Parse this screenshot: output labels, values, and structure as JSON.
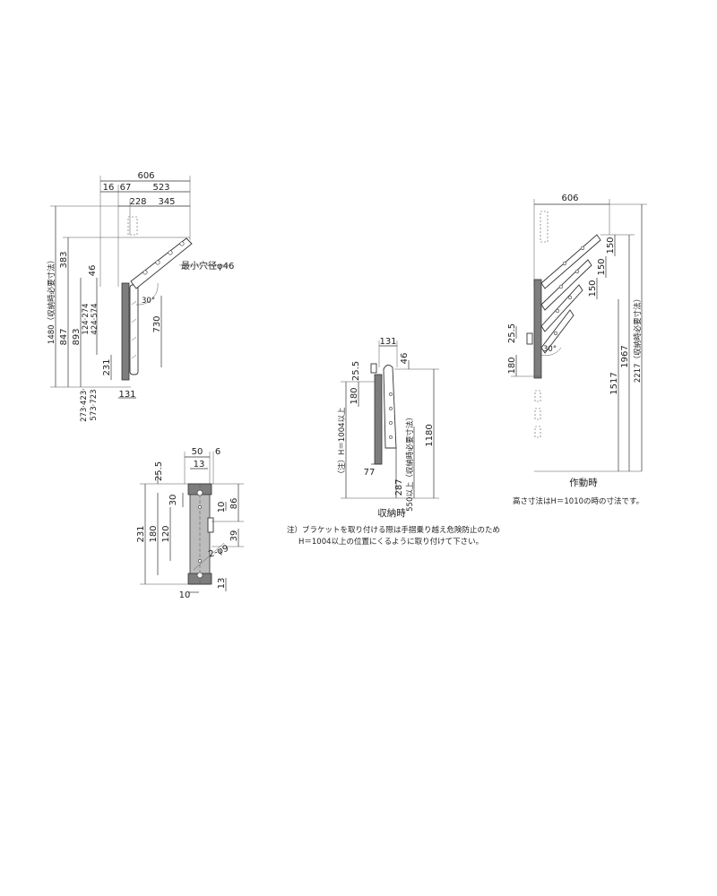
{
  "view_side": {
    "dims": {
      "w606": "606",
      "w16": "16",
      "w67": "67",
      "w523": "523",
      "w228": "228",
      "w345": "345",
      "h1480": "1480（収納時必要寸法）",
      "h383": "383",
      "h847": "847",
      "h893": "893",
      "h46": "46",
      "h124": "124·274",
      "h424": "424·574",
      "h231": "231",
      "h273": "273·423·",
      "h573": "573·723",
      "h730": "730",
      "w131": "131",
      "a30": "30°"
    },
    "hole_note": "最小穴径φ46"
  },
  "view_bracket": {
    "dims": {
      "w50": "50",
      "w6": "6",
      "w13top": "13",
      "h25": "25.5",
      "h231": "231",
      "h180": "180",
      "h120": "120",
      "h30": "30",
      "h86": "86",
      "h10r": "10",
      "h39": "39",
      "h13r": "13",
      "w10b": "10",
      "hole": "2-φ9"
    }
  },
  "view_stored": {
    "dims": {
      "w131": "131",
      "h25": "25.5",
      "h46": "46",
      "h180": "180",
      "h1180": "1180",
      "w77": "77",
      "h287": "287",
      "h550": "550以上（収納時必要寸法）"
    },
    "note_h": "（注）H＝1004以上",
    "caption": "収納時",
    "note_line1": "注）ブラケットを取り付ける際は手摺乗り越え危険防止のため",
    "note_line2": "H＝1004以上の位置にくるように取り付けて下さい。"
  },
  "view_operating": {
    "dims": {
      "w606": "606",
      "h150a": "150",
      "h150b": "150",
      "h150c": "150",
      "h25": "25.5",
      "h180": "180",
      "a30": "30°",
      "h1517": "1517",
      "h1967": "1967",
      "h2217": "2217（収納時必要寸法）"
    },
    "caption": "作動時",
    "note": "高さ寸法はH＝1010の時の寸法です。"
  }
}
